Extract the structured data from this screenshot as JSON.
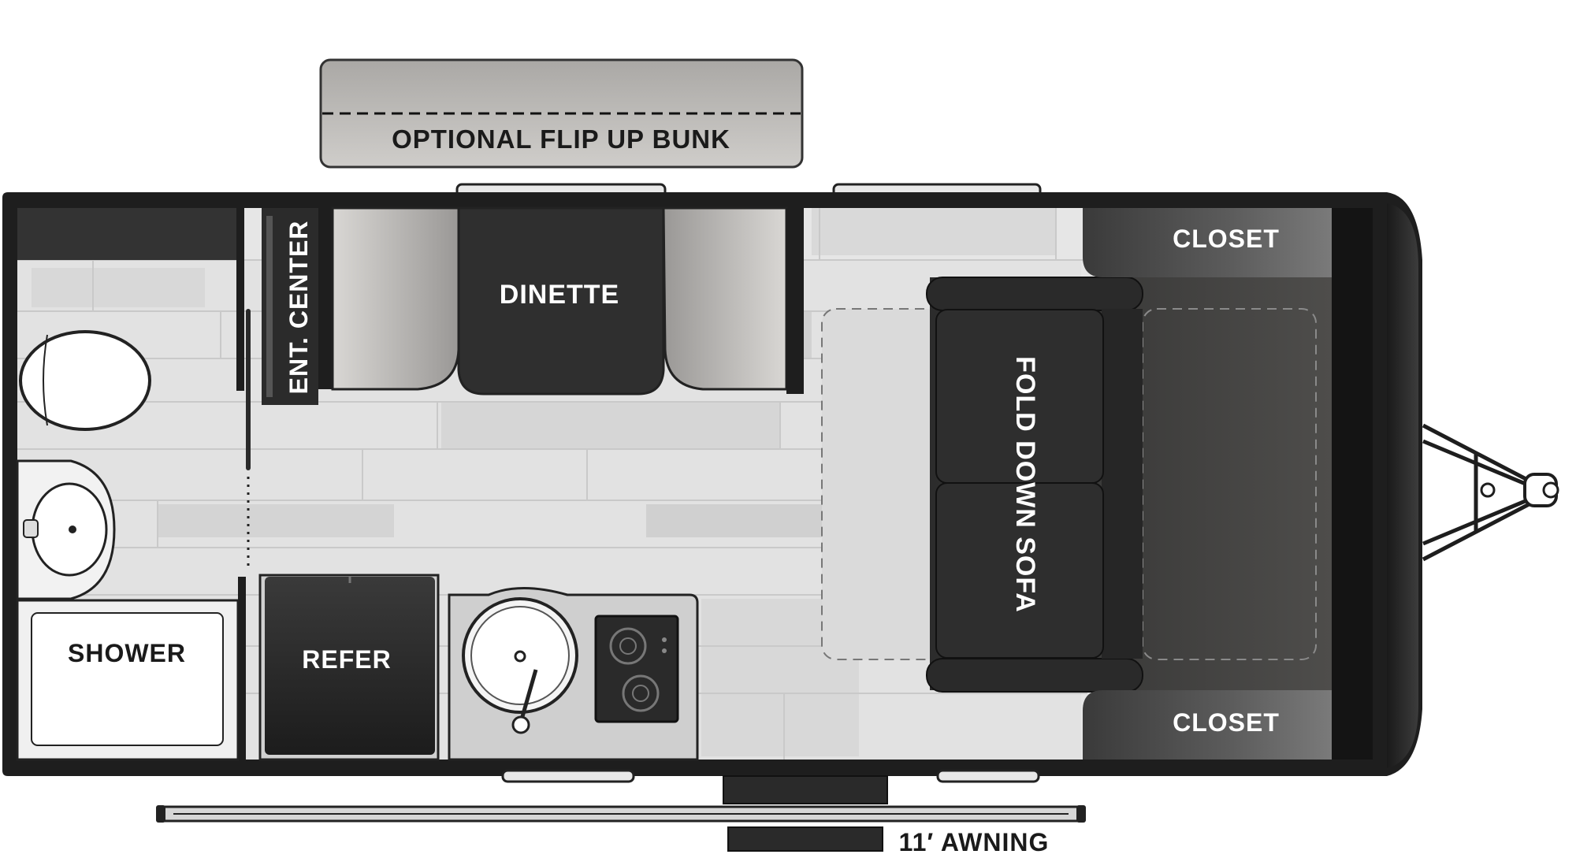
{
  "labels": {
    "bunk": "OPTIONAL FLIP UP BUNK",
    "dinette": "DINETTE",
    "ent_center": "ENT. CENTER",
    "closet_top": "CLOSET",
    "closet_bottom": "CLOSET",
    "sofa": "FOLD DOWN SOFA",
    "shower": "SHOWER",
    "refer": "REFER",
    "awning": "11′ AWNING"
  },
  "colors": {
    "wall": "#1e1e1e",
    "floor_light": "#e6e6e6",
    "floor_mid": "#cfcfcf",
    "furniture_dark": "#2e2e2e",
    "bunk_fill": "#bdbbb8",
    "text_dark": "#1a1a1a",
    "text_light": "#ffffff"
  }
}
